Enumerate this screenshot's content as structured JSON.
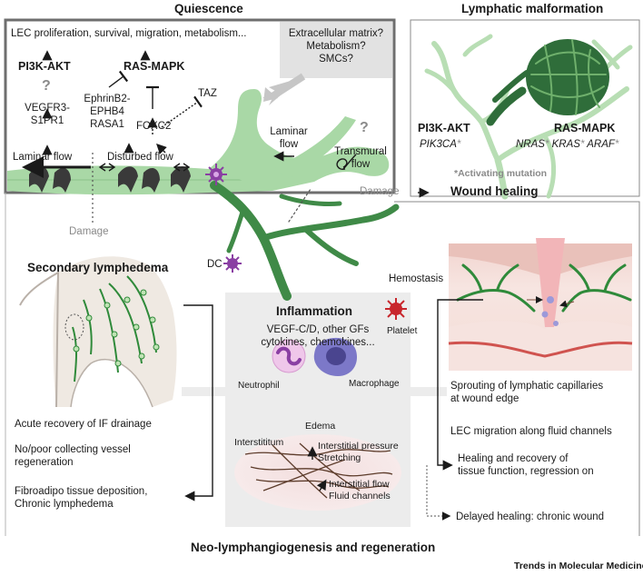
{
  "quiescence": {
    "title": "Quiescence",
    "lec_functions": "LEC proliferation, survival, migration, metabolism...",
    "pi3k_akt": "PI3K-AKT",
    "ras_mapk": "RAS-MAPK",
    "question": "?",
    "vegfr3_line1": "VEGFR3-",
    "vegfr3_line2": "S1PR1",
    "ephrin_line1": "EphrinB2-",
    "ephrin_line2": "EPHB4",
    "ephrin_line3": "RASA1",
    "foxc2": "FOXC2",
    "taz": "TAZ",
    "ecm_line1": "Extracellular matrix?",
    "ecm_line2": "Metabolism?",
    "ecm_line3": "SMCs?",
    "laminar_flow": "Laminar flow",
    "disturbed_flow": "Disturbed flow",
    "laminar_flow_right_line1": "Laminar",
    "laminar_flow_right_line2": "flow",
    "transmural_question": "?",
    "transmural_line1": "Transmural",
    "transmural_line2": "flow"
  },
  "malformation": {
    "title": "Lymphatic malformation",
    "pi3k_akt": "PI3K-AKT",
    "pik3ca": "PIK3CA",
    "ras_mapk": "RAS-MAPK",
    "nras": "NRAS",
    "kras": "KRAS",
    "araf": "ARAF",
    "asterisk": "*",
    "activating_mutation": "*Activating mutation"
  },
  "middle": {
    "damage_left": "Damage",
    "damage_right": "Damage",
    "dc": "DC"
  },
  "secondary": {
    "title": "Secondary lymphedema",
    "point1": "Acute recovery of IF drainage",
    "point2_line1": "No/poor collecting vessel",
    "point2_line2": "regeneration",
    "point3_line1": "Fibroadipo tissue deposition,",
    "point3_line2": "Chronic lymphedema"
  },
  "inflammation": {
    "title": "Inflammation",
    "factors_line1": "VEGF-C/D, other GFs",
    "factors_line2": "cytokines, chemokines...",
    "neutrophil": "Neutrophil",
    "macrophage": "Macrophage",
    "edema": "Edema",
    "interstitium": "Interstititum",
    "pressure": "Interstitial pressure",
    "stretching": "Stretching",
    "if_flow": "Interstitial flow",
    "fluid_channels": "Fluid channels"
  },
  "wound": {
    "title": "Wound healing",
    "hemostasis": "Hemostasis",
    "platelet": "Platelet",
    "sprouting_line1": "Sprouting of lymphatic capillaries",
    "sprouting_line2": "at wound edge",
    "migration": "LEC migration along fluid channels",
    "healing_line1": "Healing and recovery of",
    "healing_line2": "tissue function, regression on",
    "delayed": "Delayed healing: chronic wound"
  },
  "footer": {
    "caption": "Neo-lymphangiogenesis and regeneration",
    "journal": "Trends in Molecular Medicine"
  },
  "colors": {
    "lymph_light": "#a9d8a6",
    "lymph_mid": "#5aa85a",
    "lymph_dark": "#2e6b3a",
    "valve": "#3a3a3a",
    "box_border": "#6e6e6e",
    "panel_gray": "#ececec",
    "dc_purple": "#8a3fa3",
    "platelet_red": "#c8262c",
    "skin_pink": "#f3d9d5"
  }
}
